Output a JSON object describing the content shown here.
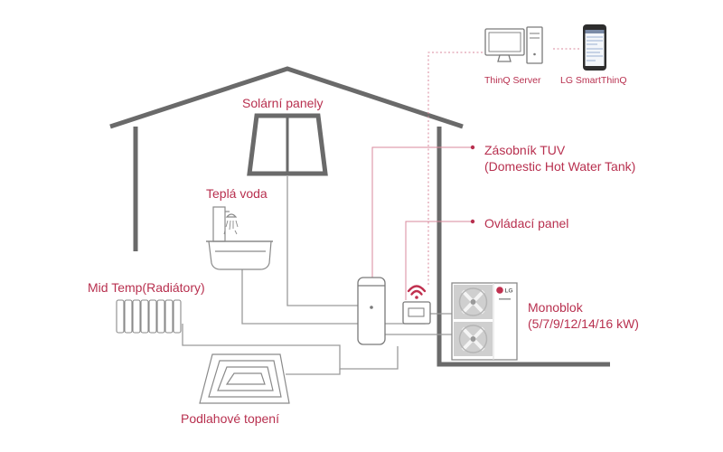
{
  "labels": {
    "thinq_server": "ThinQ Server",
    "lg_smartthinq": "LG SmartThinQ",
    "solar_panels": "Solární panely",
    "hot_water": "Teplá voda",
    "dhw_tank_line1": "Zásobník TUV",
    "dhw_tank_line2": "(Domestic Hot Water Tank)",
    "control_panel": "Ovládací panel",
    "radiators": "Mid Temp(Radiátory)",
    "monoblock_line1": "Monoblok",
    "monoblock_line2": "(5/7/9/12/14/16 kW)",
    "underfloor": "Podlahové topení",
    "brand_logo": "LG"
  },
  "colors": {
    "accent": "#b8304f",
    "house_outline": "#666666",
    "pipe": "#9a9a9a",
    "device": "#8a8a8a",
    "background": "#ffffff"
  },
  "icons": [
    "computer-icon",
    "phone-icon",
    "wifi-icon",
    "shower-icon",
    "lg-logo-icon"
  ]
}
